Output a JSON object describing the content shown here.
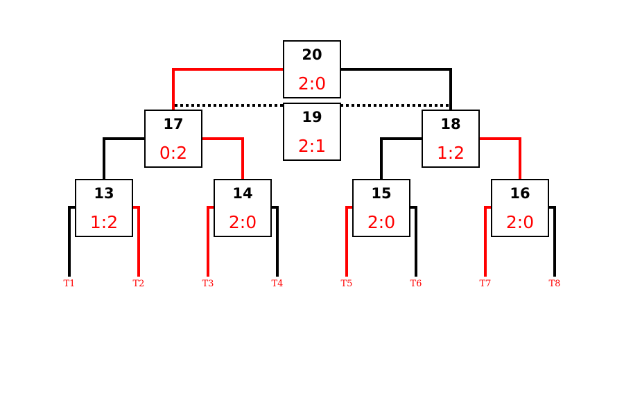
{
  "matches": {
    "m20": {
      "number": "20",
      "score": "2:0"
    },
    "m19": {
      "number": "19",
      "score": "2:1"
    },
    "m17": {
      "number": "17",
      "score": "0:2"
    },
    "m18": {
      "number": "18",
      "score": "1:2"
    },
    "m13": {
      "number": "13",
      "score": "1:2"
    },
    "m14": {
      "number": "14",
      "score": "2:0"
    },
    "m15": {
      "number": "15",
      "score": "2:0"
    },
    "m16": {
      "number": "16",
      "score": "2:0"
    }
  },
  "teams": [
    "T1",
    "T2",
    "T3",
    "T4",
    "T5",
    "T6",
    "T7",
    "T8"
  ],
  "colors": {
    "winner_line": "#ff0000",
    "loser_line": "#000000",
    "score_text": "#ff0000"
  }
}
